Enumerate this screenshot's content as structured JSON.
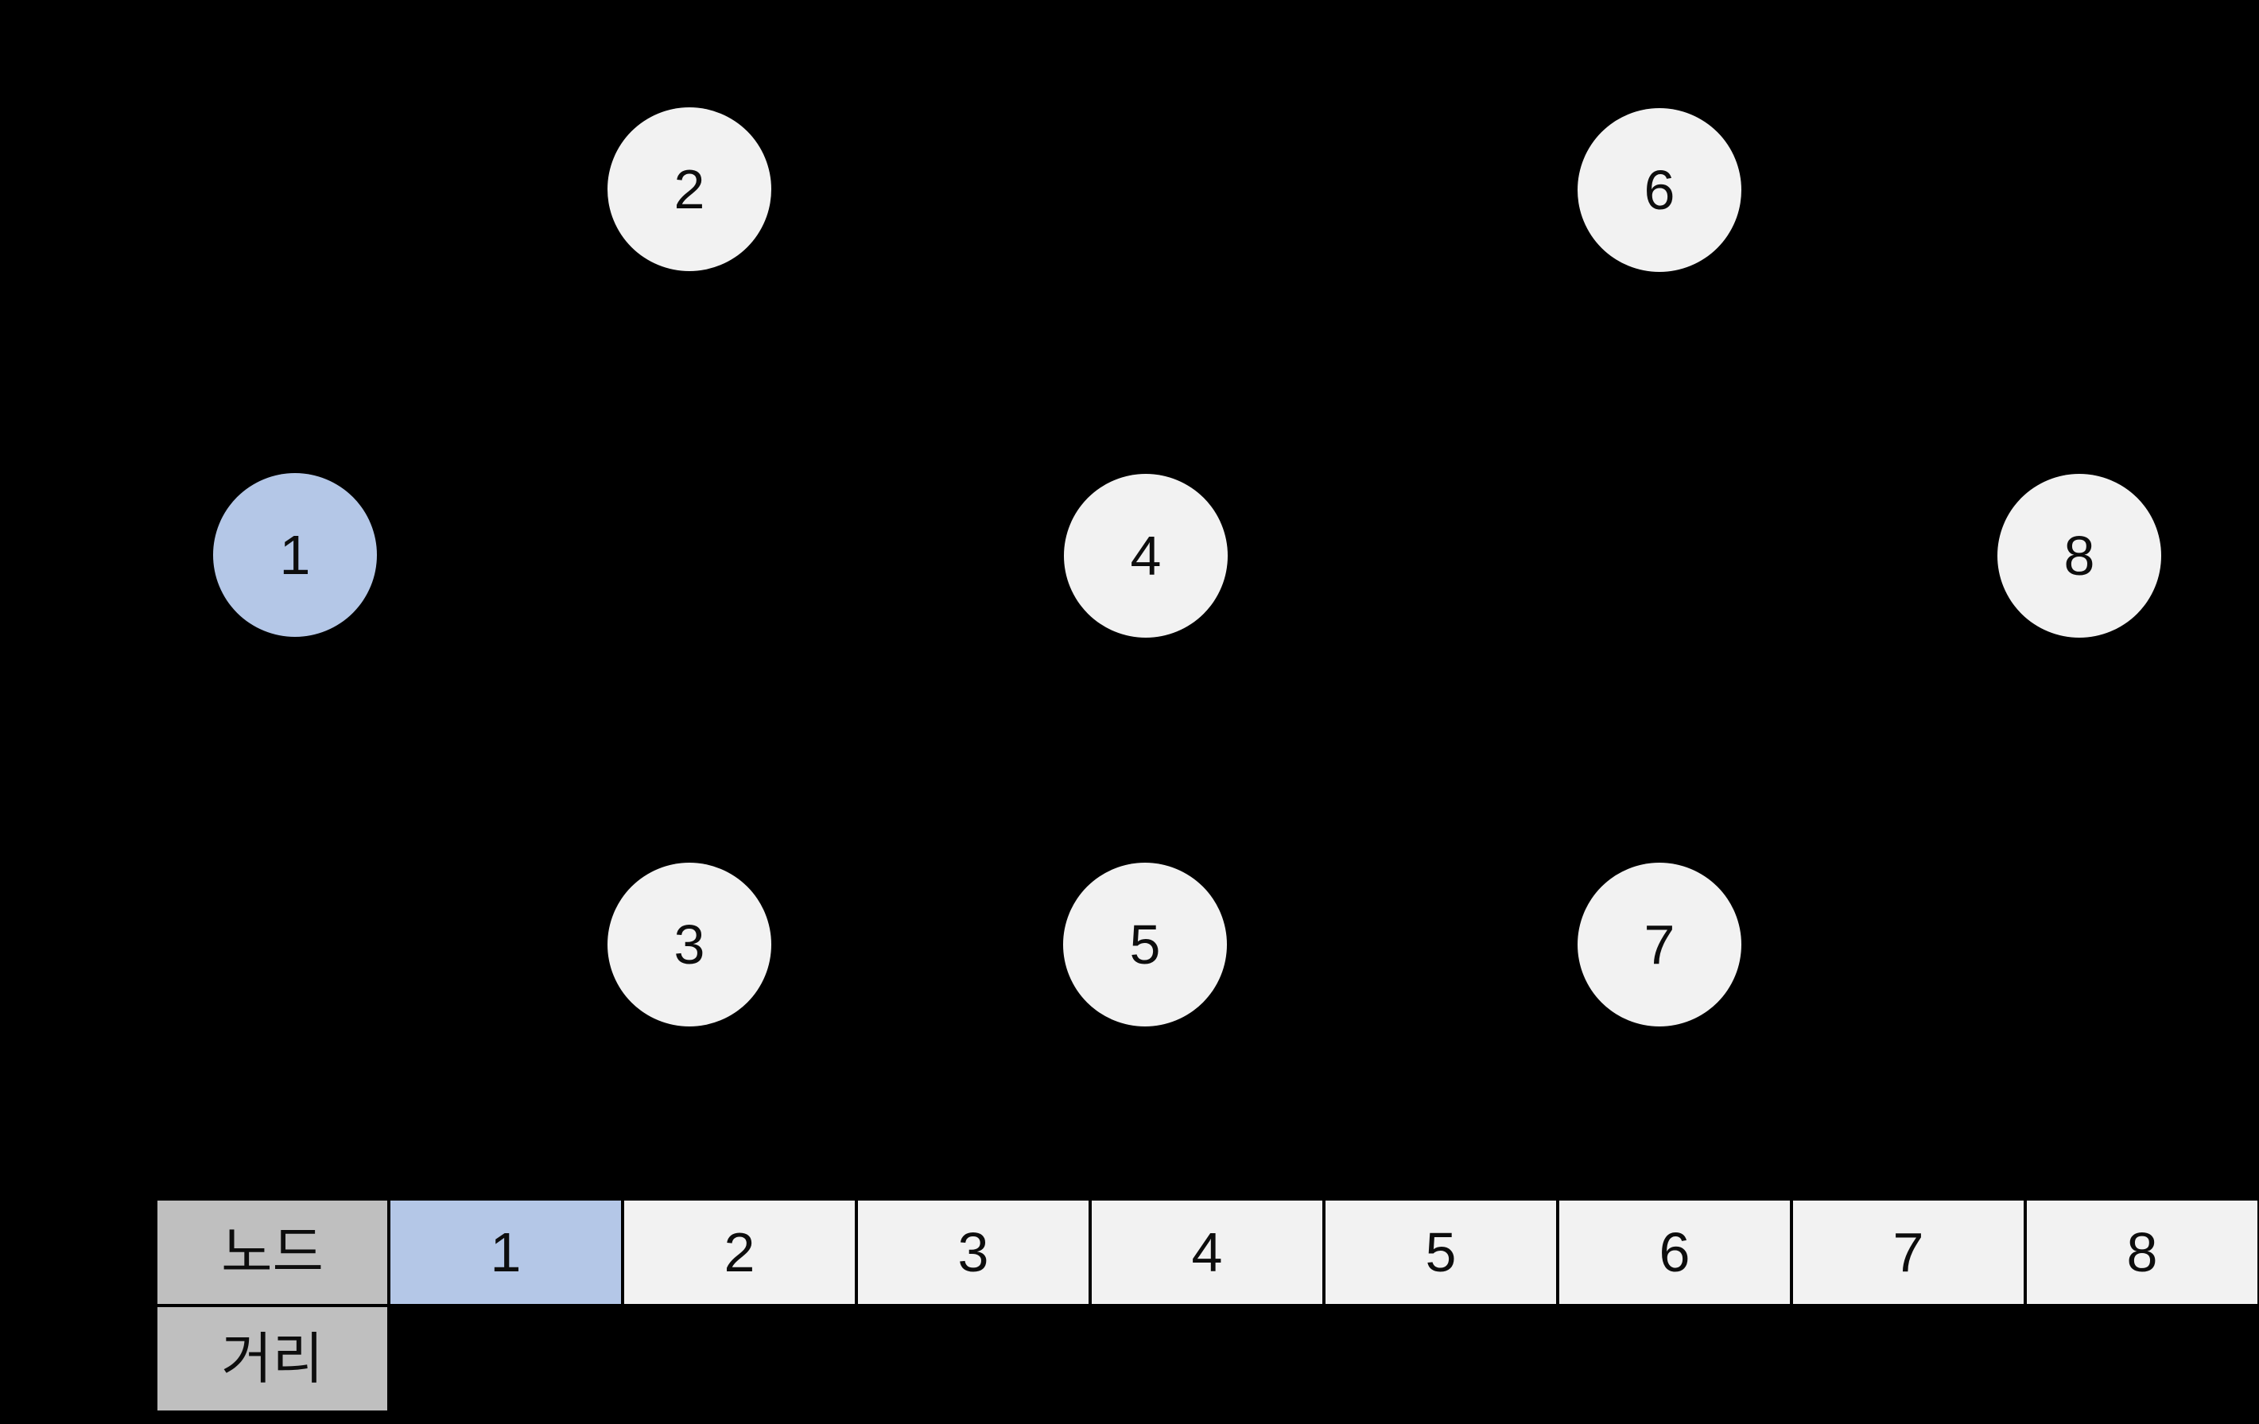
{
  "title": "dijkstra-graph-slide",
  "colors": {
    "background": "#000000",
    "node_default_fill": "#f2f2f2",
    "node_highlight_fill": "#b4c7e7",
    "table_header_fill": "#bfbfbf",
    "table_cell_fill": "#f2f2f2",
    "table_highlight_cell_fill": "#b4c7e7",
    "text": "#0d0d0d",
    "table_border": "#000000"
  },
  "graph": {
    "nodes": [
      {
        "label": "1",
        "highlighted": true
      },
      {
        "label": "2",
        "highlighted": false
      },
      {
        "label": "3",
        "highlighted": false
      },
      {
        "label": "4",
        "highlighted": false
      },
      {
        "label": "5",
        "highlighted": false
      },
      {
        "label": "6",
        "highlighted": false
      },
      {
        "label": "7",
        "highlighted": false
      },
      {
        "label": "8",
        "highlighted": false
      }
    ],
    "edges_visible": false
  },
  "table": {
    "node_row": {
      "header": "노드",
      "cells": [
        "1",
        "2",
        "3",
        "4",
        "5",
        "6",
        "7",
        "8"
      ],
      "highlighted_cell": "1"
    },
    "distance_row": {
      "header": "거리",
      "cells": [
        "",
        "",
        "",
        "",
        "",
        "",
        "",
        ""
      ]
    }
  }
}
